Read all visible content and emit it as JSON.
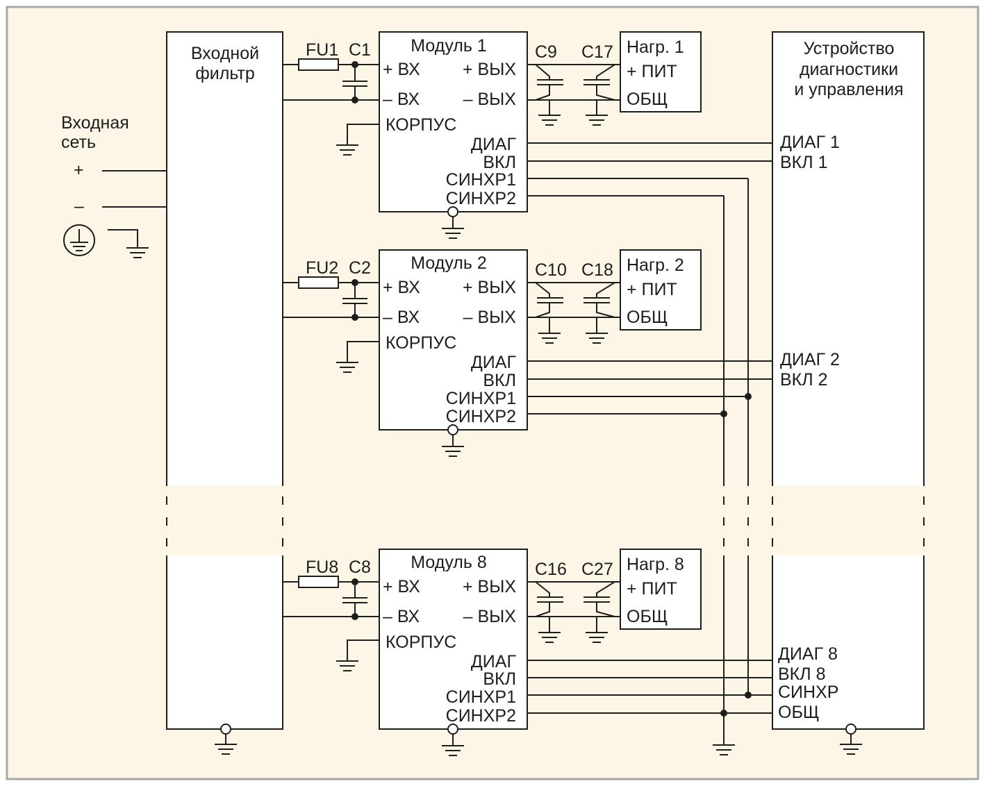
{
  "colors": {
    "background": "#fdf6e6",
    "frame": "#a7a7a7",
    "ink": "#1d1d1b",
    "box_fill": "#ffffff"
  },
  "input": {
    "network_label_1": "Входная",
    "network_label_2": "сеть",
    "plus": "+",
    "minus": "–",
    "earth_icon": "protective-earth-icon"
  },
  "filter": {
    "title_1": "Входной",
    "title_2": "фильтр"
  },
  "device": {
    "title_1": "Устройство",
    "title_2": "диагностики",
    "title_3": "и управления"
  },
  "pins": {
    "plus_in": "+ ВХ",
    "minus_in": "– ВХ",
    "chassis": "КОРПУС",
    "plus_out": "+ ВЫХ",
    "minus_out": "– ВЫХ",
    "diag": "ДИАГ",
    "enable": "ВКЛ",
    "sync1": "СИНХР1",
    "sync2": "СИНХР2",
    "load_supply": "+ ПИТ",
    "load_common": "ОБЩ"
  },
  "modules": [
    {
      "name": "Модуль 1",
      "fuse": "FU1",
      "cap_in": "C1",
      "cap_out1": "C9",
      "cap_out2": "C17",
      "load": "Нагр. 1",
      "diag_label": "ДИАГ 1",
      "enable_label": "ВКЛ 1"
    },
    {
      "name": "Модуль 2",
      "fuse": "FU2",
      "cap_in": "C2",
      "cap_out1": "C10",
      "cap_out2": "C18",
      "load": "Нагр. 2",
      "diag_label": "ДИАГ 2",
      "enable_label": "ВКЛ 2"
    },
    {
      "name": "Модуль 8",
      "fuse": "FU8",
      "cap_in": "C8",
      "cap_out1": "C16",
      "cap_out2": "C27",
      "load": "Нагр. 8",
      "diag_label": "ДИАГ 8",
      "enable_label": "ВКЛ 8"
    }
  ],
  "bus": {
    "sync_label": "СИНХР",
    "common_label": "ОБЩ"
  }
}
